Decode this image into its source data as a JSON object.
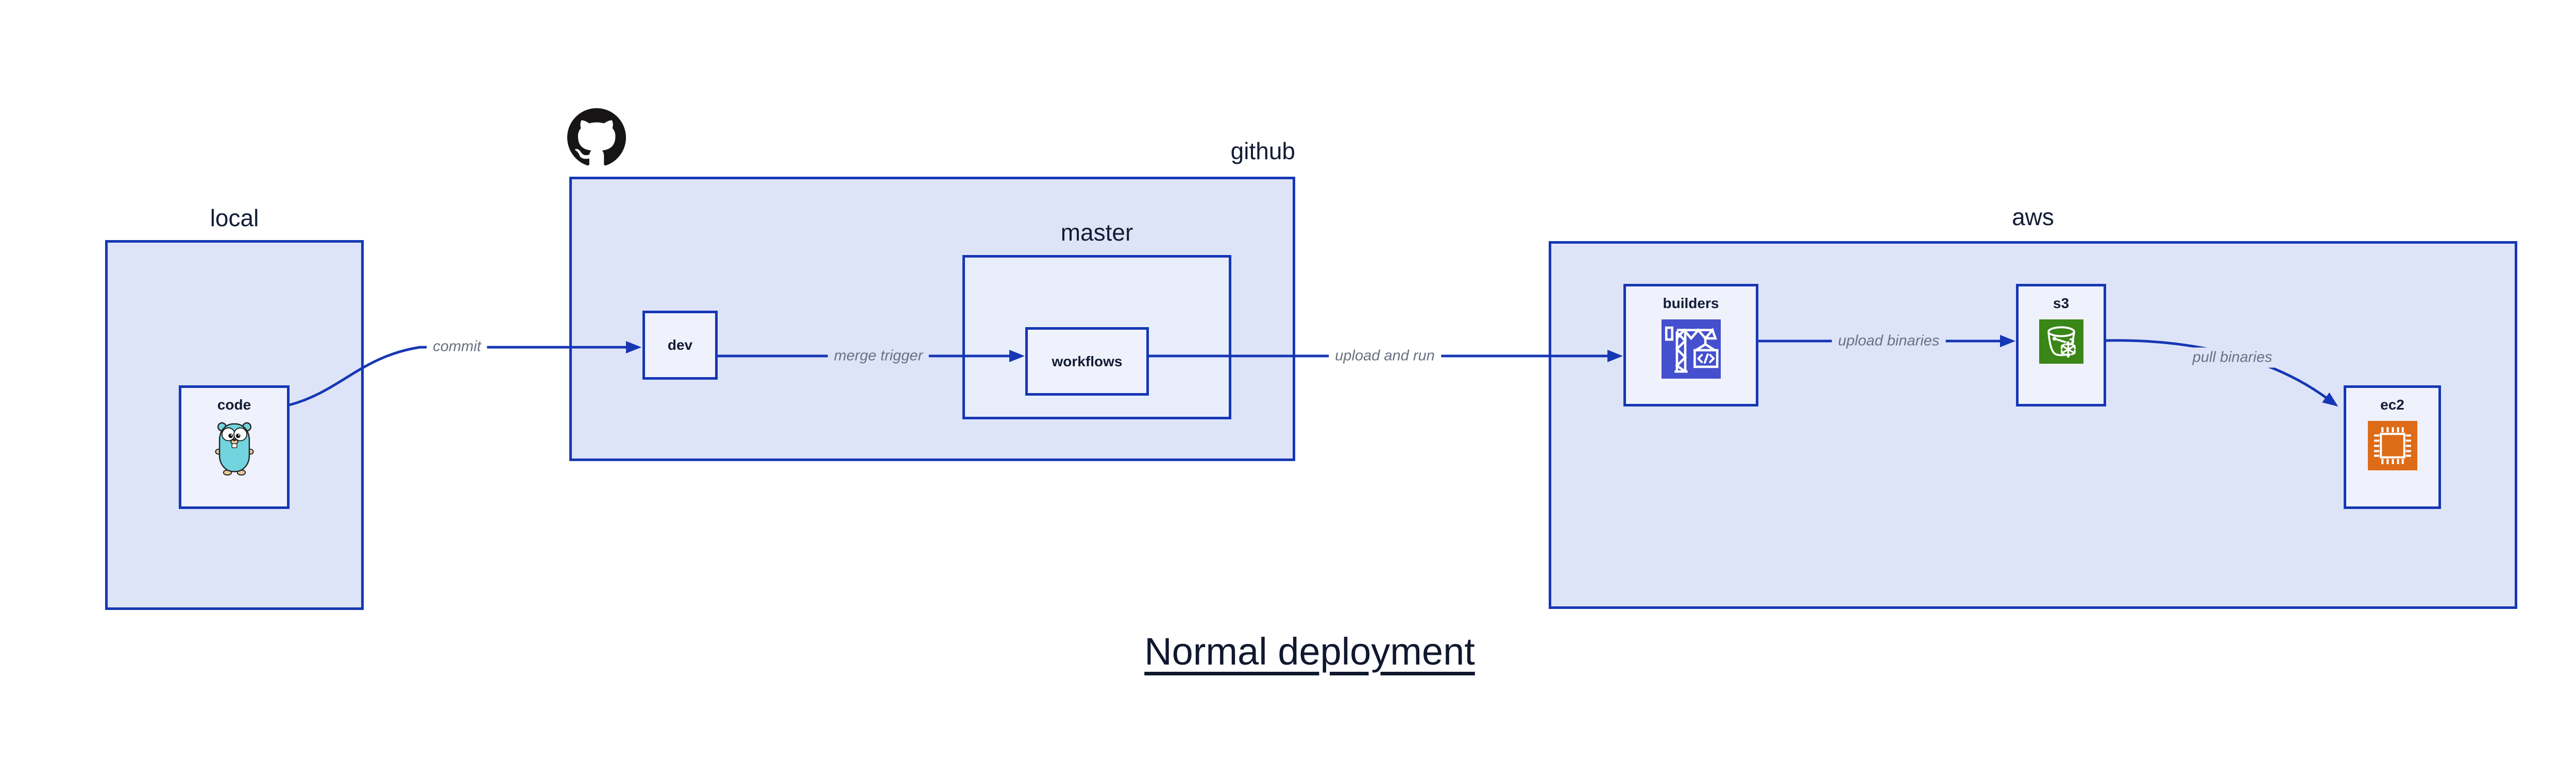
{
  "title": {
    "text": "Normal deployment"
  },
  "containers": {
    "local": {
      "label": "local"
    },
    "github": {
      "label": "github"
    },
    "master": {
      "label": "master"
    },
    "aws": {
      "label": "aws"
    }
  },
  "nodes": {
    "code": {
      "label": "code",
      "icon": "go-gopher-icon"
    },
    "dev": {
      "label": "dev"
    },
    "workflows": {
      "label": "workflows"
    },
    "builders": {
      "label": "builders",
      "icon": "codebuild-crane-icon"
    },
    "s3": {
      "label": "s3",
      "icon": "s3-bucket-snowflake-icon"
    },
    "ec2": {
      "label": "ec2",
      "icon": "ec2-chip-icon"
    }
  },
  "edges": {
    "commit": {
      "label": "commit",
      "from": "code",
      "to": "dev"
    },
    "merge_trigger": {
      "label": "merge trigger",
      "from": "dev",
      "to": "workflows"
    },
    "upload_and_run": {
      "label": "upload and run",
      "from": "workflows",
      "to": "builders"
    },
    "upload_binaries": {
      "label": "upload binaries",
      "from": "builders",
      "to": "s3"
    },
    "pull_binaries": {
      "label": "pull binaries",
      "from": "s3",
      "to": "ec2"
    }
  },
  "icons": {
    "github_logo": "github-octocat-icon"
  },
  "colors": {
    "background": "#ffffff",
    "outline_blue": "#1637b4",
    "container_fill": "#dee4f8",
    "master_fill": "#e8edfb",
    "node_fill": "#eff2fc",
    "heading_text": "#131c36",
    "edge_label_text": "#6a7183",
    "codebuild_purple": "#4450cd",
    "s3_green": "#3a8617",
    "ec2_orange": "#dd6b17",
    "gopher_teal": "#72d4de",
    "github_black": "#171515"
  }
}
